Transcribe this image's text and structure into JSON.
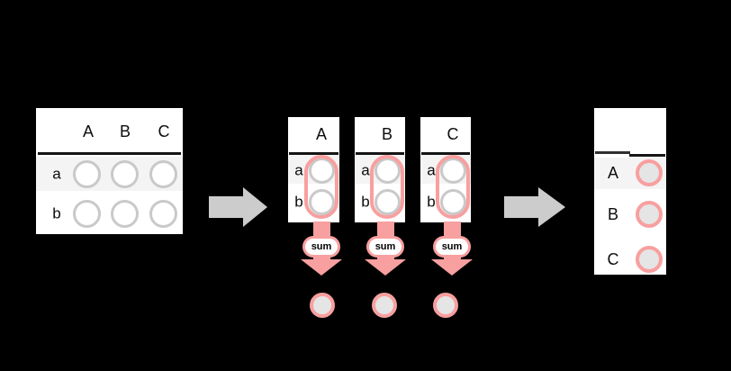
{
  "colors": {
    "background": "#000000",
    "pink": "#f89f9f",
    "garrow": "#cccccc",
    "gcirc": "#c9c9c9",
    "stripe": "#f4f4f4",
    "fillc": "#e5e5e5",
    "line": "#151515",
    "text": "#0d0d0d"
  },
  "source_table": {
    "columns": [
      "A",
      "B",
      "C"
    ],
    "rows": [
      "a",
      "b"
    ]
  },
  "split_tables": [
    {
      "column": "A",
      "rows": [
        "a",
        "b"
      ],
      "op_label": "sum"
    },
    {
      "column": "B",
      "rows": [
        "a",
        "b"
      ],
      "op_label": "sum"
    },
    {
      "column": "C",
      "rows": [
        "a",
        "b"
      ],
      "op_label": "sum"
    }
  ],
  "result_table": {
    "rows": [
      "A",
      "B",
      "C"
    ]
  },
  "icons": {
    "flow_arrow": "arrow-right",
    "sum_arrow": "arrow-down"
  }
}
